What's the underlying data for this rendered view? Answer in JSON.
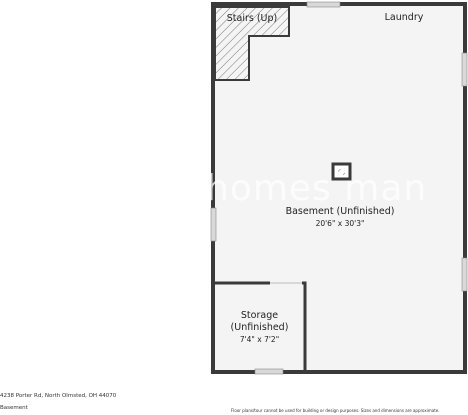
{
  "rooms": {
    "stairs": {
      "name": "Stairs (Up)"
    },
    "laundry": {
      "name": "Laundry"
    },
    "basement": {
      "name": "Basement (Unfinished)",
      "dims": "20'6\" x 30'3\""
    },
    "storage": {
      "name_line1": "Storage",
      "name_line2": "(Unfinished)",
      "dims": "7'4\" x 7'2\""
    }
  },
  "watermark": "homes man",
  "footer": {
    "address": "4238 Porter Rd, North Olmsted, OH 44070",
    "level": "Basement",
    "disclaimer": "Floor plans/tour cannot be used for building or design purposes. Sizes and dimensions are approximate."
  },
  "colors": {
    "wall": "#3a3a3a",
    "floor": "#f4f4f4",
    "window": "#d9d9d9"
  }
}
